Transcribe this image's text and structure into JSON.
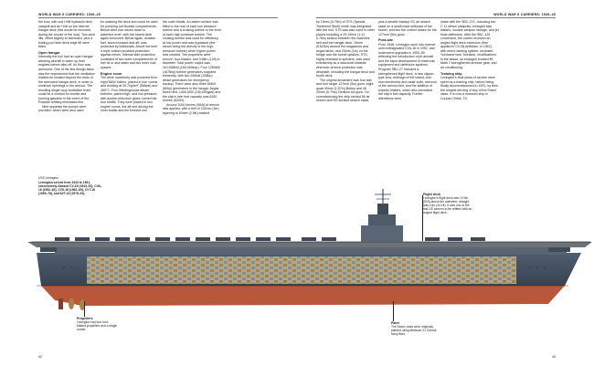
{
  "header": {
    "left": "WORLD WAR II CARRIERS: 1939–45",
    "right": "WORLD WAR II CARRIERS: 1939–45"
  },
  "folio": {
    "left": "42",
    "right": "43"
  },
  "columns": {
    "c1": {
      "p1": "the bow, with one H4B hydraulic deck catapult and an H4A on the internal hangar deck (this would be removed during the course of the war). Two deck lifts, offset slightly to starboard, plus a folding port side deck-edge lift were fitted.",
      "h1": "Open hangar",
      "p2": "Internally the hull had an open hangar, allowing aircraft to warm up their engines before take-off. Its floor was armoured. One of the few design flaws was the requirement that the ventilation intakes be located beyond the ends of the armoured hangar deck, in order to minimize openings in the armour. The resulting single long ventilation trunk could be a conduit for smoke and burning gasoline in the event of fire. Postwar refitting eliminated this.",
      "p3": "Nine separate fire pumps were provided, which were also used"
    },
    "c2": {
      "p1": "for washing the deck and could be used for pumping out flooded compartments. Below were four decks down to waterline level, with the lowest deck again armoured. Below again, aviation fuel, stored forward and aft, was protected by bulkheads. Above the keel a triple bottom provided protection against mines. Internal side protection consisted of two outer compartments of fuel oil or sea water and two inner void spaces.",
      "h1": "Engine room",
      "p2": "The drive machinery was powered from eight B&W boilers, placed in four rooms and working at 39.7kg/cm² (565psi) and 450°C. Four Westinghouse steam turbines, paired high- and low-pressure, with double-reduction gears, turned the four shafts. They were placed in two engine rooms, the aft one driving the inner shafts and the forward one"
    },
    "c3": {
      "p1": "the outer shafts. An astern turbine was fitted to the rear of each low pressure turbine and a cruising turbine to the front of each high pressure turbine. The cruising turbine was used for efficiency at low power and was bypassed (the steam being fed directly to the high-pressure turbine) when higher power was needed. The propellers were bronze, four-bladed, and 3.66m (12ft) in diameter. Total power output was 110,000kW (150,000shp). Four 1250kW (1676hp) turbine generators supplied electricity, with two 250kW (335hp) diesel generators for emergency backup. There were also three 60kW (80hp) generators in the hangar. Avgas tanks held 1,060,000l (240,000gals) and the ship's own fuel capacity was 6330 tonnes (6200t).",
      "p2": "Around 1000 tonnes (984t) of armour was applied, with a belt of 102mm (4in) tapering to 63mm (2.5in) backed"
    },
    "c4": {
      "p1": "by 19mm (0.75in) of STS (Special Treatment Steel) which was integrated with the hull. STS was also used in other places including a 29-19mm (1.12-0.75in) section between the waterline belt and the hangar deck, 16mm (0.625in) around the magazines and avgas tanks; and 25mm (1in) on the bridge and the funnel uptakes. STS, highly resistant to splinters, was used extensively as a structural material wherever armour protection was desirable, including the hangar deck and fourth deck.",
      "p2": "The original armament was four twin and four single 127mm (5in) guns, eight quad 40mm (1.57in) Bofors and 46 20mm (0.79in) Oerlikon AA guns. On commissioning the ship carried 56 air search and SG surface search radar,"
    },
    "c5": {
      "p1": "plus a smaller backup SC air search radar on a small mast outboard of the funnel, and two fire control radars for the 127mm (5in) guns.",
      "h1": "Post-war",
      "p2": "From 1946, Lexington went into reserve until redesignated CVA-16 in 1952, and underwent upgrades in 1953–55 reflecting the introduction of jet aircraft and the rapid development of electronic equipment and defensive systems. Program SBC-27 included a strengthened flight deck, a new clipper-type bow, redesign of the island, and new electronics and radar suite, removal of the armour belt, and the addition of torpedo blisters, which also increased the ship's fuel capacity. Further alterations were"
    },
    "c6": {
      "p1": "made with the SBC-27C, including two C 11 steam catapults, enlarged side blisters, nuclear weapon storage, and jet blast deflectors. With the SBC-125 conversion, the carrier received an angled flight deck extension (first applied to CV-36 Antietam, in 1952), with mirror landing system, enclosed 'hurricane bow' foredeck, modifications to the island, an enlarged forward lift, Mark 7 strengthened arrestor gear, and air conditioning.",
      "h1": "Training ship",
      "p2": "Lexington's final years of service were spent as a training ship, before being finally decommissioned in 1991, by then the longest-serving of any of the Essex class. It is now a museum ship in Corpus Christi, TX."
    }
  },
  "captions": {
    "ship_name": "USS Lexington",
    "ship_service": "Lexington served from 1943 to 1991, successively classed CV-16 (1943–52), CVA-16 (1952–62), CVS-16 (1962–69), CVT-16 (1969–78), and AVT-16 (1978–91).",
    "propellers_title": "Propellers",
    "propellers_text": "Lexington had four four-bladed propellers and a single rudder.",
    "paint_title": "Paint",
    "paint_text": "The Essex class were originally painted using Measure 21 Overall Navy Blue.",
    "flightdeck_title": "Flight deck",
    "flightdeck_text": "Lexington's flight deck was 10.9m (529) above the waterline; draught was 10m (34.1ft). It was one of the first US carriers to be refitted with an angled flight deck."
  },
  "colors": {
    "hull_top": "#3d4b5e",
    "hull_mid": "#4f5d70",
    "antifouling": "#b8573a",
    "deck": "#6f7275",
    "cutaway": "#c9b58a"
  }
}
